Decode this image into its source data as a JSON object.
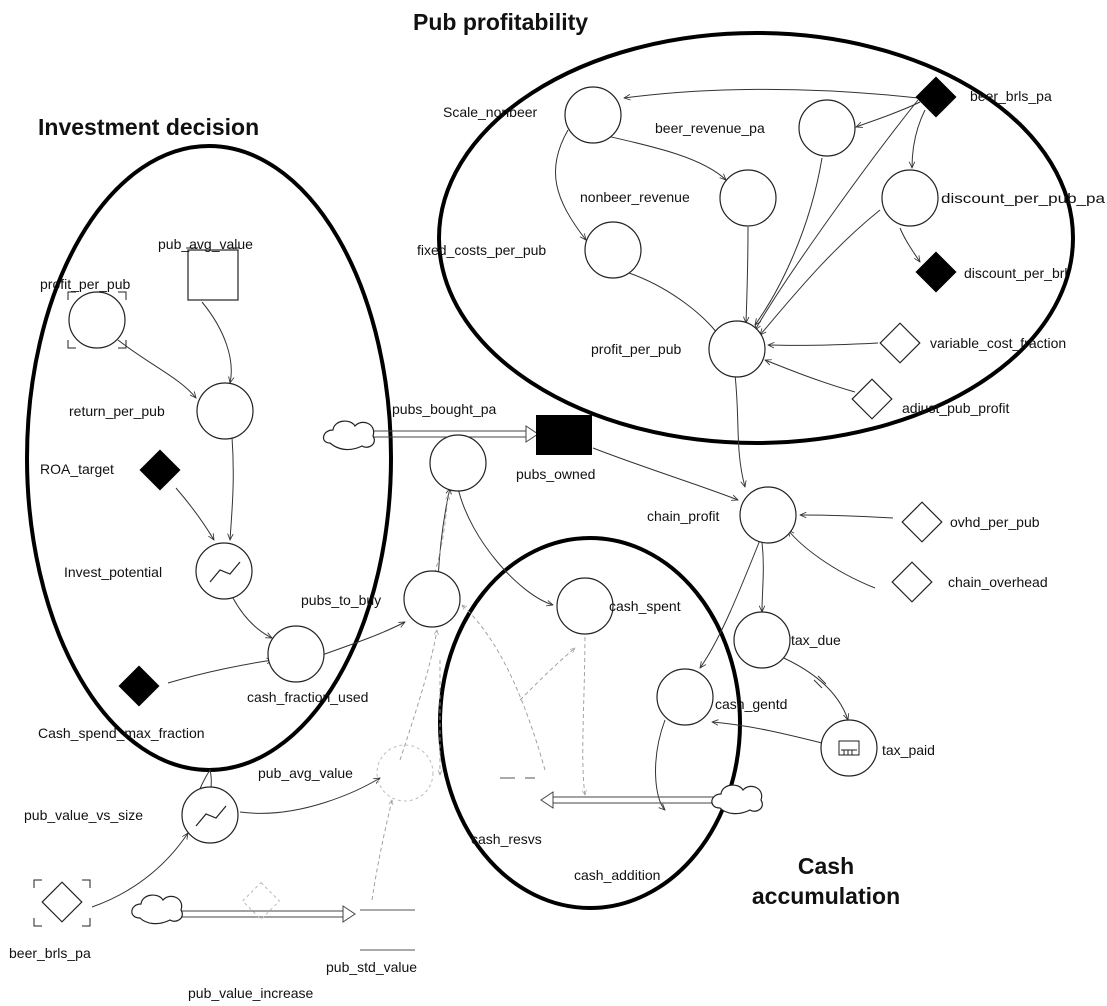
{
  "groups": {
    "pub_profitability": "Pub profitability",
    "investment_decision": "Investment decision",
    "cash_accumulation_line1": "Cash",
    "cash_accumulation_line2": "accumulation"
  },
  "nodes": {
    "scale_nonbeer": "Scale_nonbeer",
    "beer_brls_pa_top": "beer_brls_pa",
    "beer_revenue_pa": "beer_revenue_pa",
    "nonbeer_revenue": "nonbeer_revenue",
    "discount_per_pub_pa": "discount_per_pub_pa",
    "fixed_costs_per_pub": "fixed_costs_per_pub",
    "discount_per_brl": "discount_per_brl",
    "profit_per_pub_right": "profit_per_pub",
    "variable_cost_fraction": "variable_cost_fraction",
    "adjust_pub_profit": "adjust_pub_profit",
    "pub_avg_value_top": "pub_avg_value",
    "profit_per_pub_left": "profit_per_pub",
    "return_per_pub": "return_per_pub",
    "roa_target": "ROA_target",
    "invest_potential": "Invest_potential",
    "cash_spend_max_fraction": "Cash_spend_max_fraction",
    "cash_fraction_used": "cash_fraction_used",
    "pubs_bought_pa": "pubs_bought_pa",
    "pubs_owned": "pubs_owned",
    "pubs_to_buy": "pubs_to_buy",
    "cash_spent": "cash_spent",
    "chain_profit": "chain_profit",
    "ovhd_per_pub": "ovhd_per_pub",
    "chain_overhead": "chain_overhead",
    "tax_due": "tax_due",
    "cash_gentd": "cash_gentd",
    "tax_paid": "tax_paid",
    "pub_avg_value_bottom": "pub_avg_value",
    "pub_value_vs_size": "pub_value_vs_size",
    "cash_resvs": "cash_resvs",
    "cash_addition": "cash_addition",
    "beer_brls_pa_bottom": "beer_brls_pa",
    "pub_std_value": "pub_std_value",
    "pub_value_increase": "pub_value_increase"
  }
}
